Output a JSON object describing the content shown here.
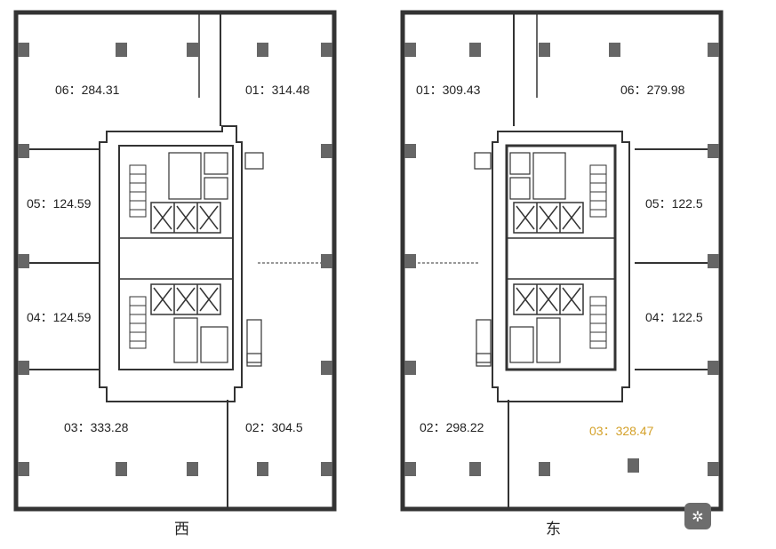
{
  "west": {
    "caption": "西",
    "units": [
      {
        "id": "06",
        "area": "284.31",
        "label": "06：284.31"
      },
      {
        "id": "01",
        "area": "314.48",
        "label": "01：314.48"
      },
      {
        "id": "05",
        "area": "124.59",
        "label": "05：124.59"
      },
      {
        "id": "04",
        "area": "124.59",
        "label": "04：124.59"
      },
      {
        "id": "03",
        "area": "333.28",
        "label": "03：333.28"
      },
      {
        "id": "02",
        "area": "304.5",
        "label": "02：304.5"
      }
    ]
  },
  "east": {
    "caption": "东",
    "units": [
      {
        "id": "01",
        "area": "309.43",
        "label": "01：309.43"
      },
      {
        "id": "06",
        "area": "279.98",
        "label": "06：279.98"
      },
      {
        "id": "05",
        "area": "122.5",
        "label": "05：122.5"
      },
      {
        "id": "04",
        "area": "122.5",
        "label": "04：122.5"
      },
      {
        "id": "02",
        "area": "298.22",
        "label": "02：298.22"
      },
      {
        "id": "03",
        "area": "328.47",
        "label": "03：328.47",
        "highlight_color": "#d4a12a"
      }
    ]
  },
  "toolbar": {
    "wand_icon": "magic-wand-icon"
  }
}
